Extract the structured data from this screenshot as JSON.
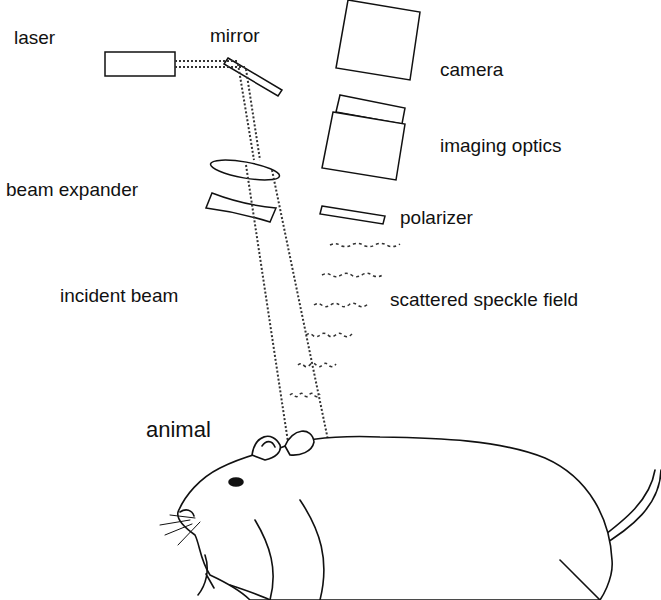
{
  "diagram": {
    "labels": [
      "laser",
      "mirror",
      "camera",
      "imaging optics",
      "beam expander",
      "polarizer",
      "incident beam",
      "scattered speckle field",
      "animal"
    ]
  }
}
